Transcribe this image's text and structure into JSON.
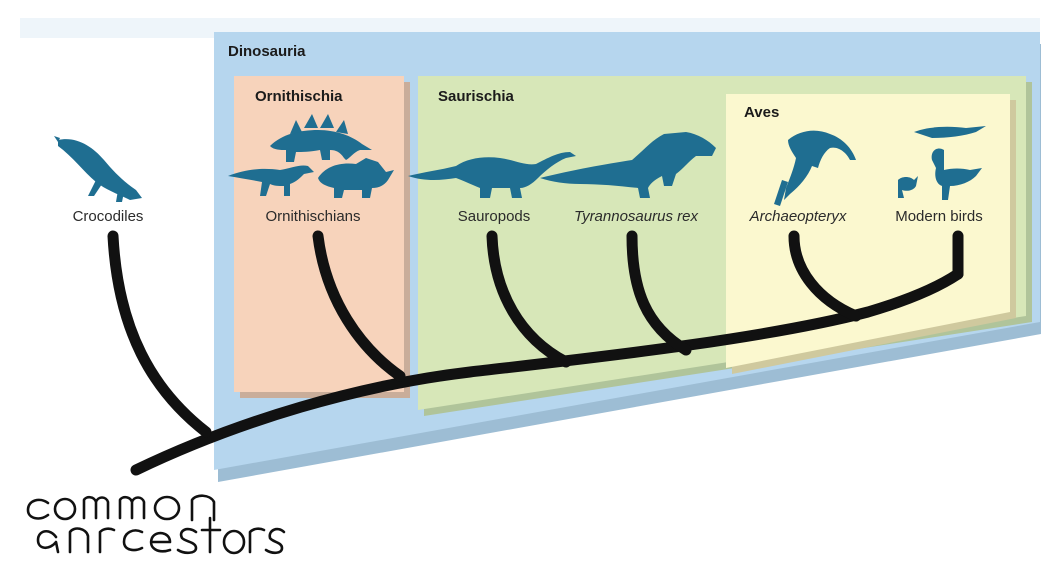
{
  "groups": {
    "dinosauria": "Dinosauria",
    "ornithischia": "Ornithischia",
    "saurischia": "Saurischia",
    "aves": "Aves"
  },
  "taxa": {
    "crocodiles": "Crocodiles",
    "ornithischians": "Ornithischians",
    "sauropods": "Sauropods",
    "trex": "Tyrannosaurus rex",
    "archaeopteryx": "Archaeopteryx",
    "modern_birds": "Modern birds"
  },
  "annotation": {
    "line1": "common",
    "line2": "ancestors"
  },
  "colors": {
    "dinosauria_box": "#b6d6ee",
    "ornithischia_box": "#f7d3bb",
    "saurischia_box": "#d7e7b8",
    "aves_box": "#fbf8cf",
    "silhouettes": "#1f6e91",
    "branches": "#111111"
  }
}
